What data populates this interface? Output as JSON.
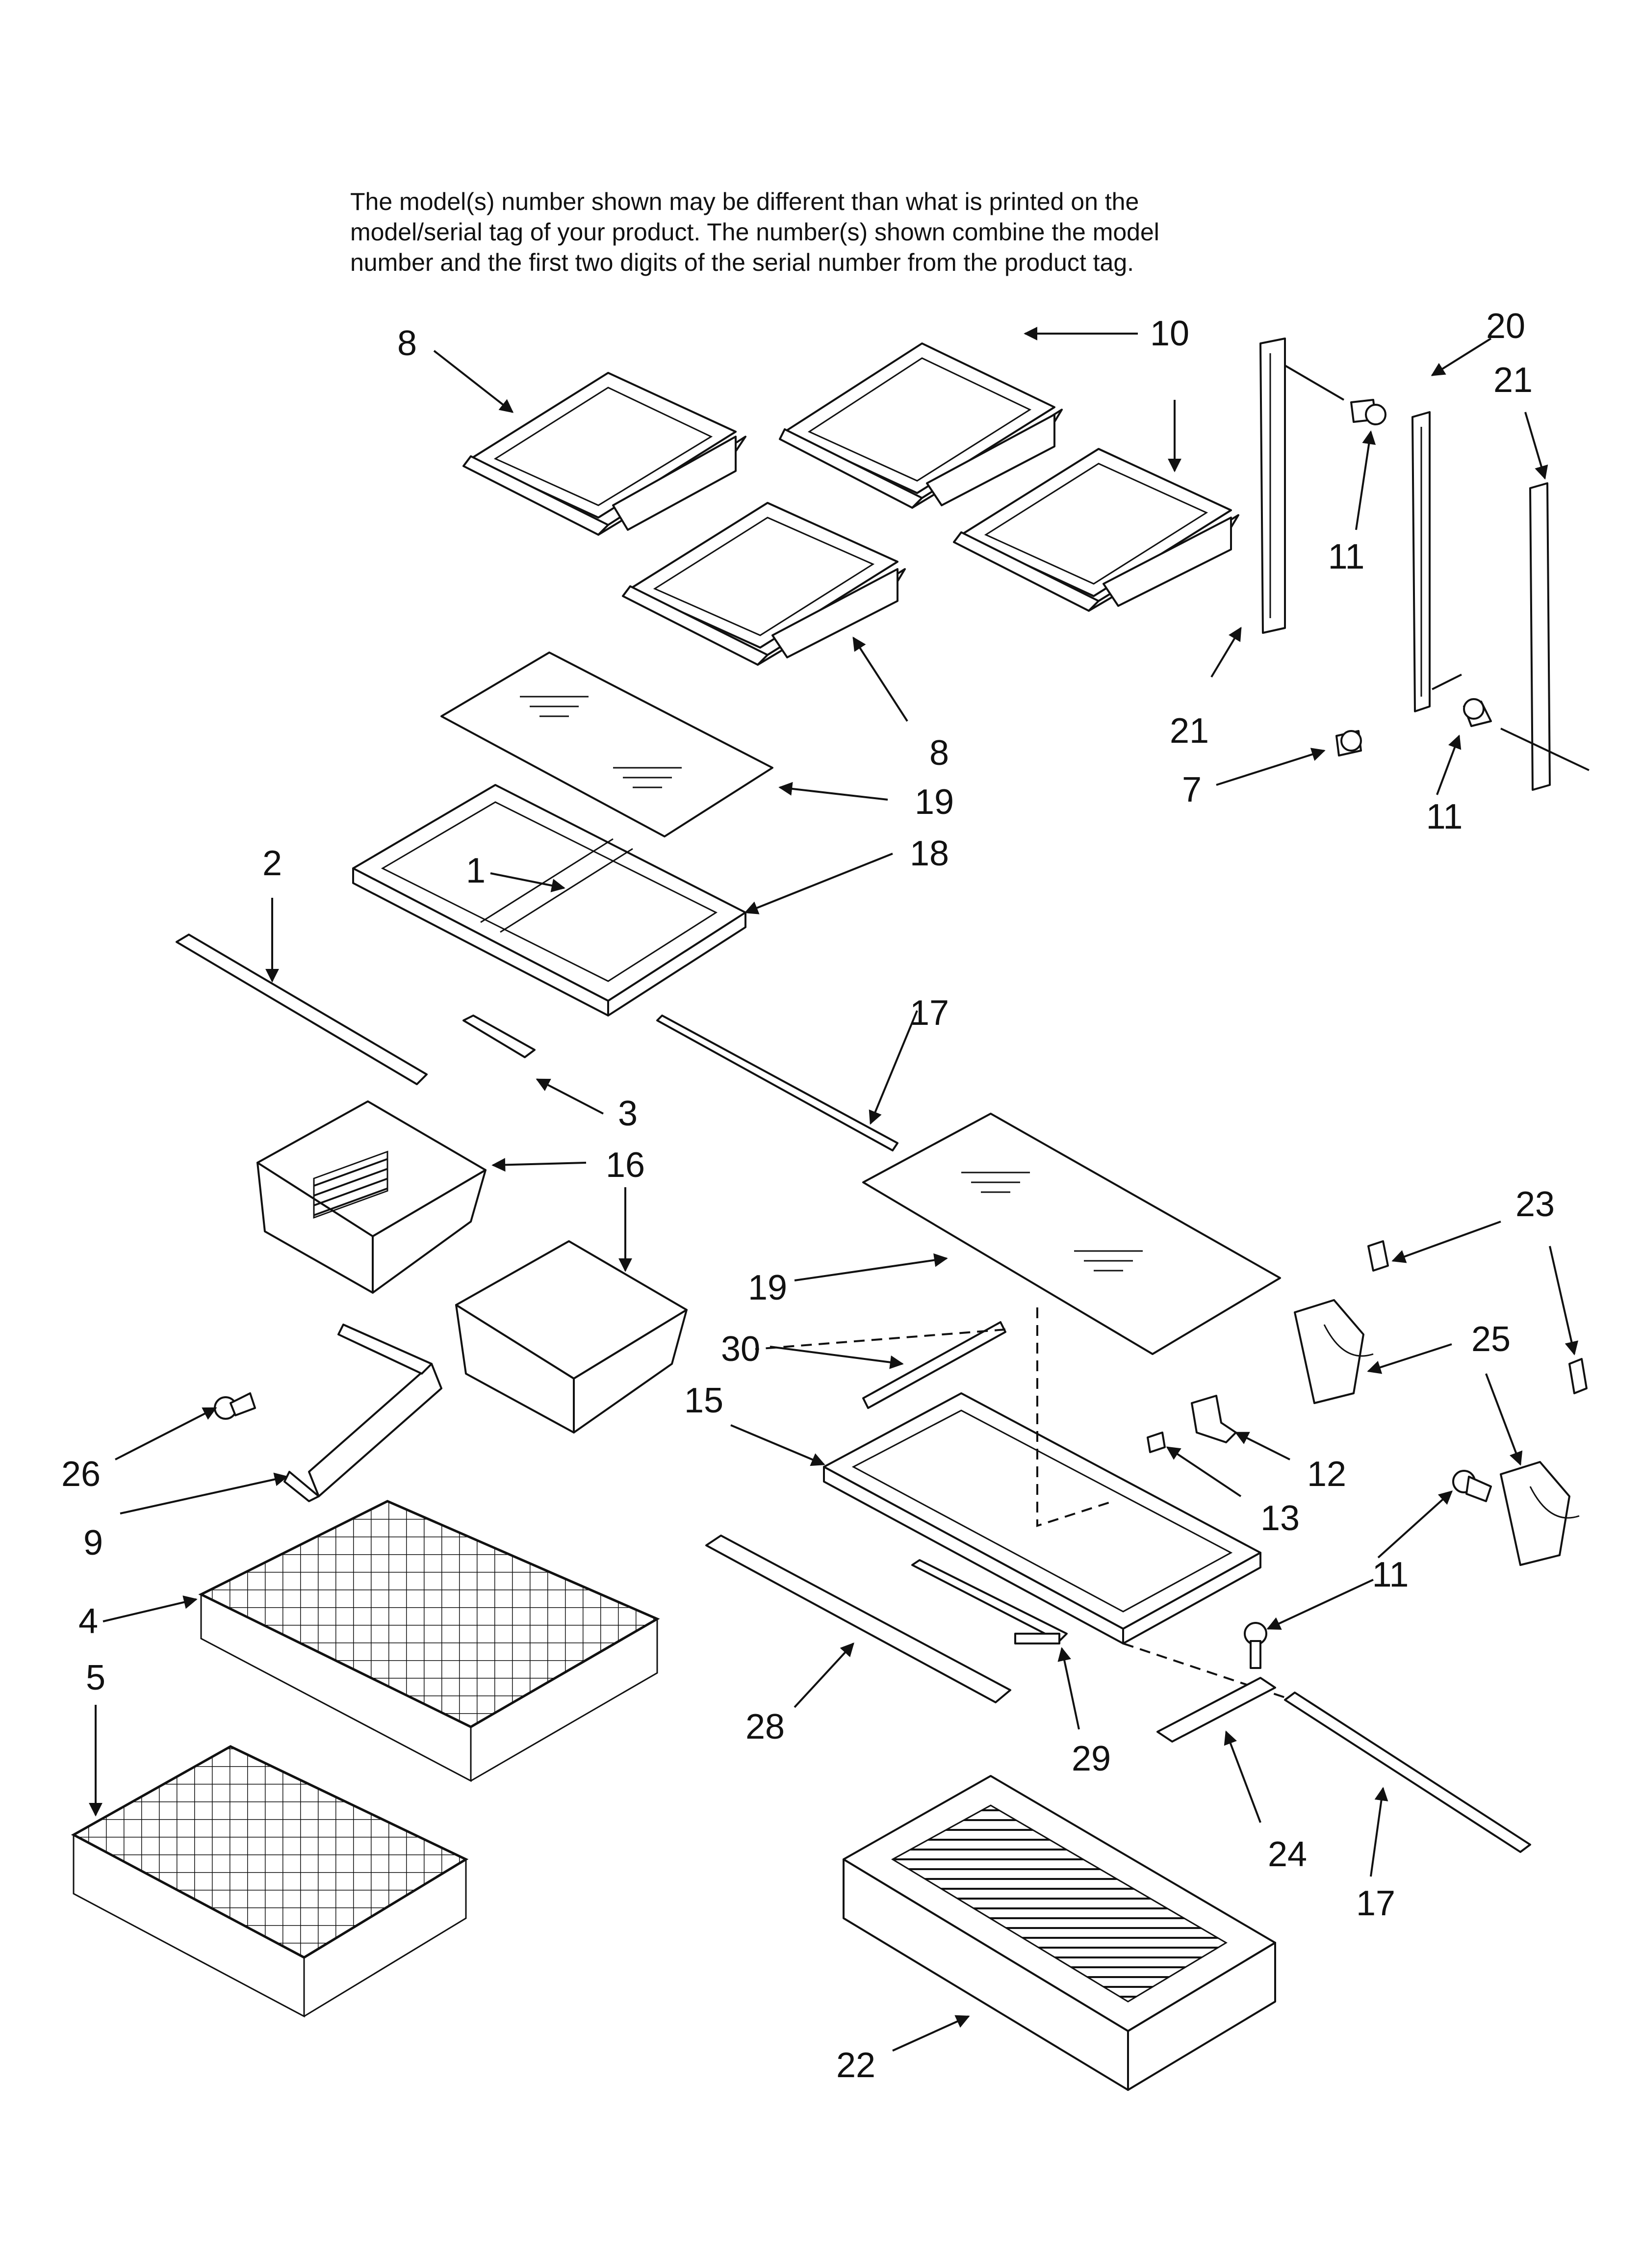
{
  "note": {
    "lines": [
      "The model(s) number shown may be different than what is printed on the",
      "model/serial tag of your product. The number(s) shown combine the model",
      "number and the first two digits of the serial number from the product tag."
    ]
  },
  "callouts": [
    {
      "id": "8a",
      "label": "8"
    },
    {
      "id": "10",
      "label": "10"
    },
    {
      "id": "20",
      "label": "20"
    },
    {
      "id": "21a",
      "label": "21"
    },
    {
      "id": "11a",
      "label": "11"
    },
    {
      "id": "8b",
      "label": "8"
    },
    {
      "id": "19a",
      "label": "19"
    },
    {
      "id": "21b",
      "label": "21"
    },
    {
      "id": "7",
      "label": "7"
    },
    {
      "id": "11b",
      "label": "11"
    },
    {
      "id": "2",
      "label": "2"
    },
    {
      "id": "1",
      "label": "1"
    },
    {
      "id": "18",
      "label": "18"
    },
    {
      "id": "17a",
      "label": "17"
    },
    {
      "id": "3",
      "label": "3"
    },
    {
      "id": "16",
      "label": "16"
    },
    {
      "id": "23",
      "label": "23"
    },
    {
      "id": "19b",
      "label": "19"
    },
    {
      "id": "30",
      "label": "30"
    },
    {
      "id": "25",
      "label": "25"
    },
    {
      "id": "15",
      "label": "15"
    },
    {
      "id": "26",
      "label": "26"
    },
    {
      "id": "12",
      "label": "12"
    },
    {
      "id": "13",
      "label": "13"
    },
    {
      "id": "9",
      "label": "9"
    },
    {
      "id": "11c",
      "label": "11"
    },
    {
      "id": "4",
      "label": "4"
    },
    {
      "id": "5",
      "label": "5"
    },
    {
      "id": "28",
      "label": "28"
    },
    {
      "id": "29",
      "label": "29"
    },
    {
      "id": "24",
      "label": "24"
    },
    {
      "id": "17b",
      "label": "17"
    },
    {
      "id": "22",
      "label": "22"
    }
  ]
}
